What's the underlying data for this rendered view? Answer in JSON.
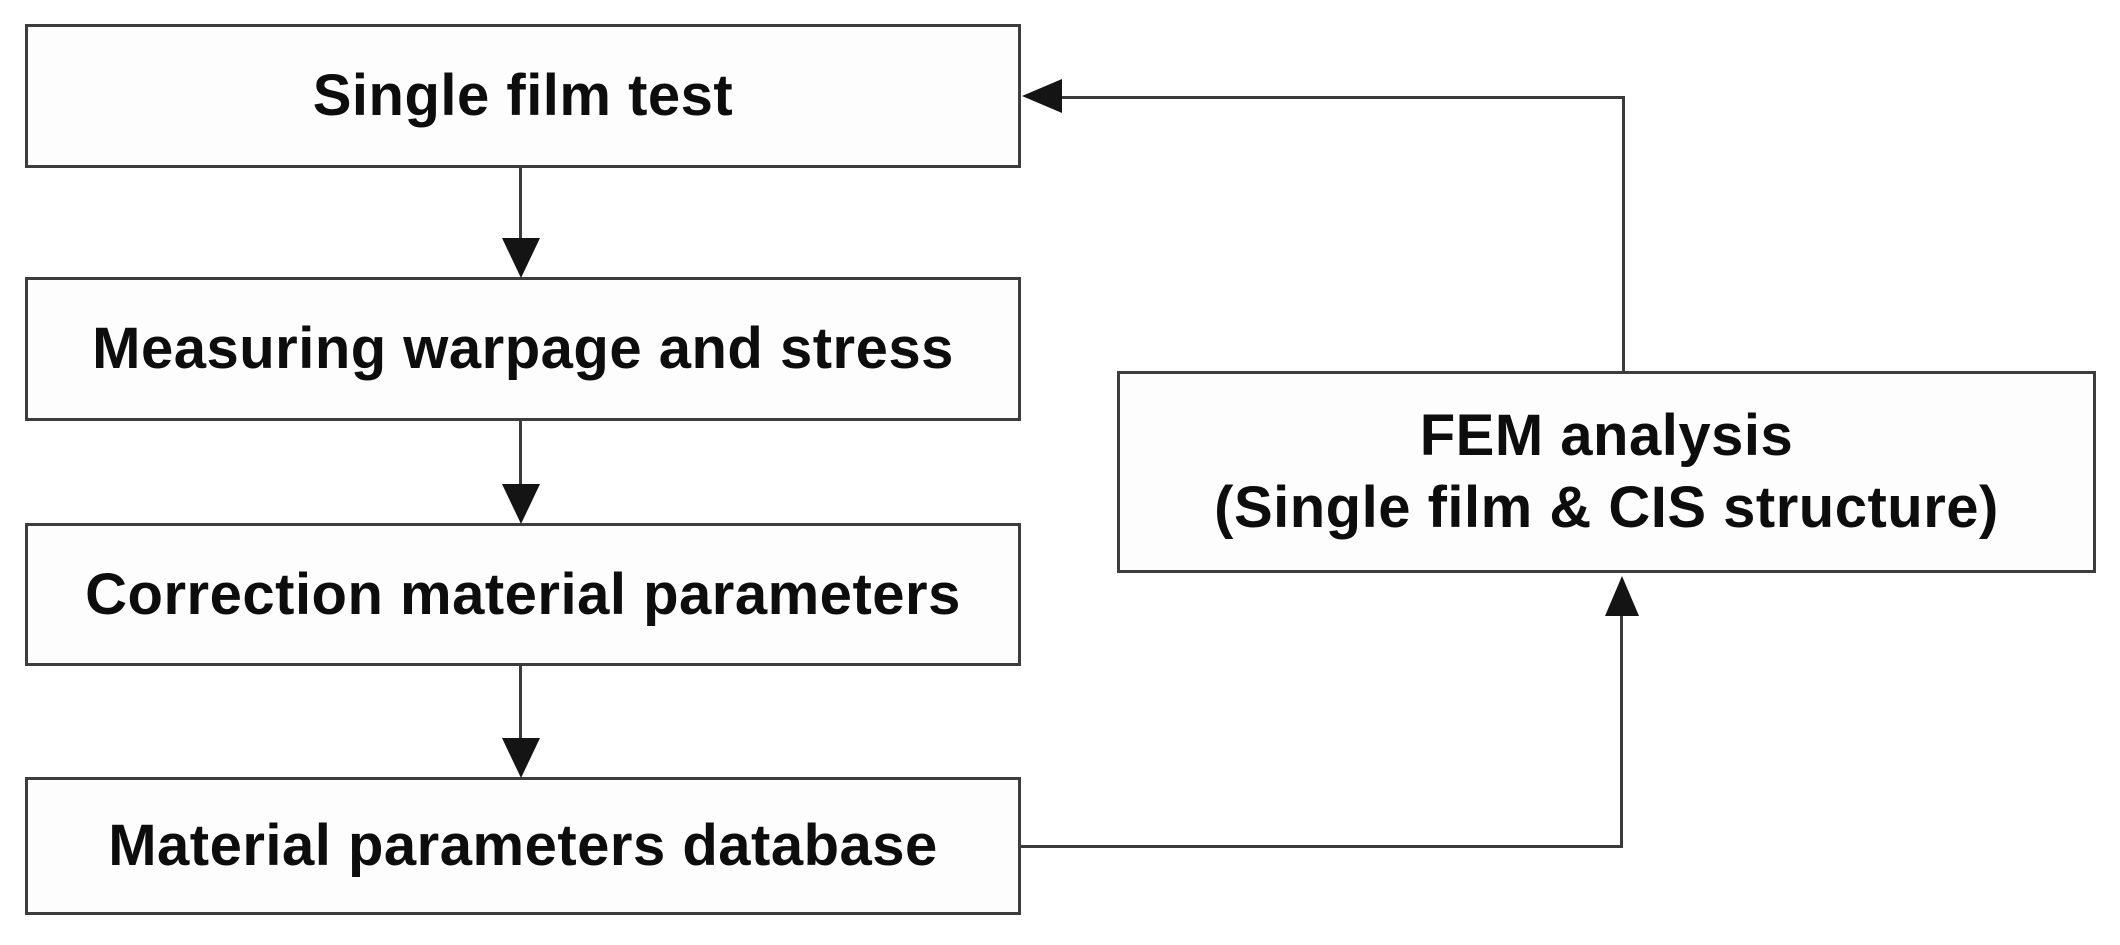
{
  "diagram": {
    "type": "flowchart",
    "background_color": "#ffffff",
    "box_fill_color": "#fdfdfd",
    "box_border_color": "#3d3d3d",
    "line_color": "#3a3a3a",
    "text_color": "#0d0d0d",
    "nodes": [
      {
        "id": "single-film-test",
        "label": "Single film test"
      },
      {
        "id": "measuring-warpage-and-stress",
        "label": "Measuring warpage and stress"
      },
      {
        "id": "correction-material-parameters",
        "label": "Correction material parameters"
      },
      {
        "id": "material-parameters-database",
        "label": "Material parameters database"
      },
      {
        "id": "fem-analysis",
        "label_line1": "FEM analysis",
        "label_line2": "(Single film & CIS structure)"
      }
    ],
    "edges": [
      {
        "from": "single-film-test",
        "to": "measuring-warpage-and-stress",
        "style": "arrow-down"
      },
      {
        "from": "measuring-warpage-and-stress",
        "to": "correction-material-parameters",
        "style": "arrow-down"
      },
      {
        "from": "correction-material-parameters",
        "to": "material-parameters-database",
        "style": "arrow-down"
      },
      {
        "from": "material-parameters-database",
        "to": "fem-analysis",
        "style": "right-then-up-arrow"
      },
      {
        "from": "fem-analysis",
        "to": "single-film-test",
        "style": "up-then-left-arrow"
      }
    ]
  }
}
